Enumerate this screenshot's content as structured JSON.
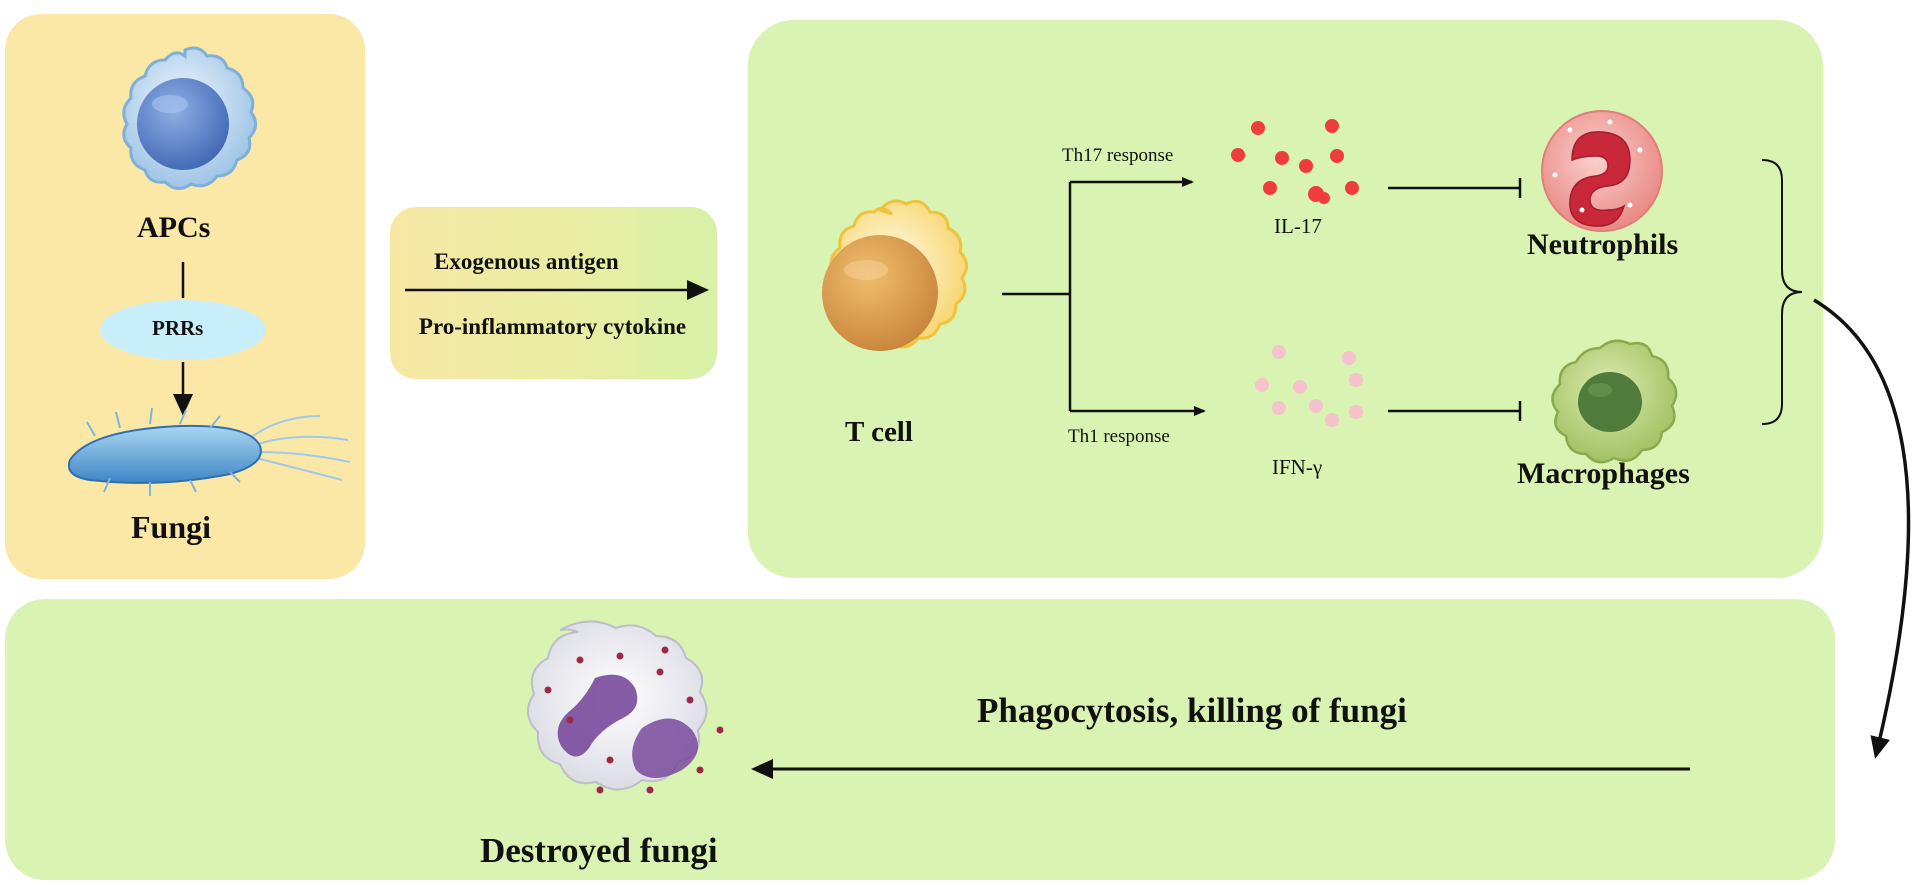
{
  "panels": {
    "apc": {
      "apcs": "APCs",
      "prrs": "PRRs",
      "fungi": "Fungi"
    },
    "antigen": {
      "line1": "Exogenous antigen",
      "line2": "Pro-inflammatory cytokine"
    },
    "tcell": {
      "tcell": "T cell",
      "th17": "Th17 response",
      "th1": "Th1 response",
      "il17": "IL-17",
      "ifng": "IFN-γ",
      "neutrophils": "Neutrophils",
      "macrophages": "Macrophages"
    },
    "destroy": {
      "phagocytosis": "Phagocytosis, killing of fungi",
      "destroyed": "Destroyed fungi"
    }
  },
  "colors": {
    "apc_panel": "#fbe8a6",
    "green_panel": "#d9f3b2",
    "il17_dots": "#ef3d3d",
    "ifng_dots": "#f6c3cd",
    "apc_cell": "#5d86cc",
    "tcell": "#f3c94e",
    "neutrophil": "#f08a8a",
    "macrophage": "#9cbb57",
    "destroyed_cell": "#7a4a9c"
  },
  "icons": [
    "apc-cell-icon",
    "fungus-icon",
    "t-cell-icon",
    "neutrophil-icon",
    "macrophage-icon",
    "destroyed-fungi-icon"
  ]
}
